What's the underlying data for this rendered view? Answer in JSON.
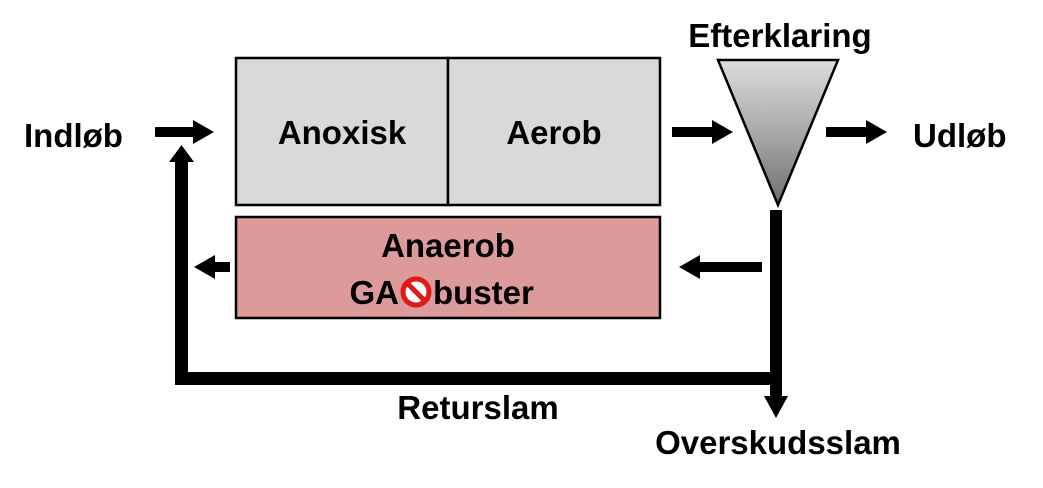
{
  "labels": {
    "inlet": "Indløb",
    "outlet": "Udløb",
    "clarifier": "Efterklaring",
    "anoxic": "Anoxisk",
    "aerobic": "Aerob",
    "anaerobic_line1": "Anaerob",
    "anaerobic_prefix": "GA",
    "anaerobic_suffix": "buster",
    "return_sludge": "Returslam",
    "excess_sludge": "Overskudsslam"
  },
  "icons": {
    "gao_symbol": "prohibition-icon"
  },
  "colors": {
    "tank_fill": "#d9d9d9",
    "anaerobic_fill": "#dc9a9a",
    "prohibition": "#e11919",
    "line": "#000000"
  }
}
